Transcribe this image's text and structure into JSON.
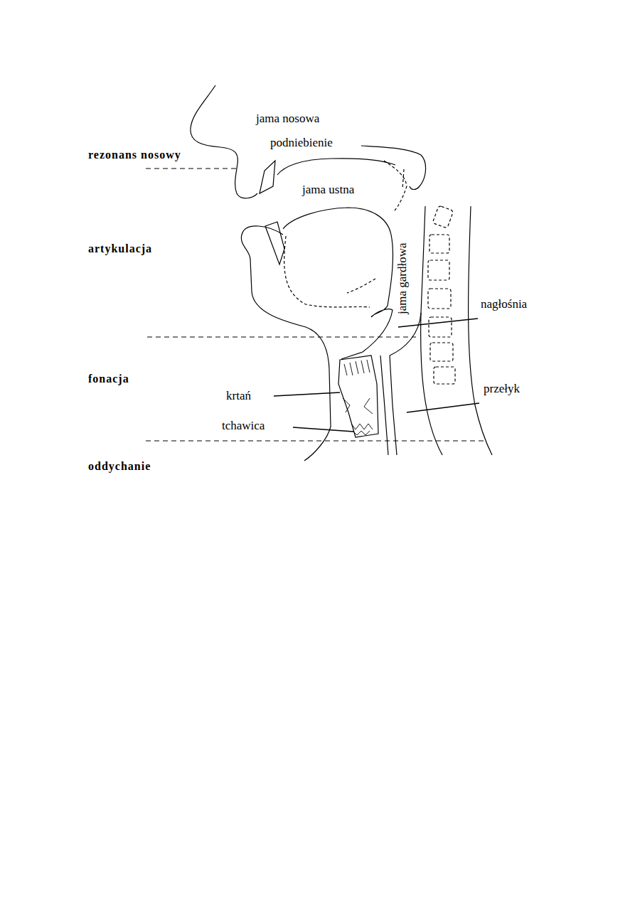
{
  "diagram": {
    "labels": [
      "jama nosowa",
      "podniebienie",
      "rezonans nosowy",
      "jama ustna",
      "artykulacja",
      "jama gardłowa",
      "nagłośnia",
      "fonacja",
      "krtań",
      "przełyk",
      "tchawica",
      "oddychanie"
    ]
  }
}
